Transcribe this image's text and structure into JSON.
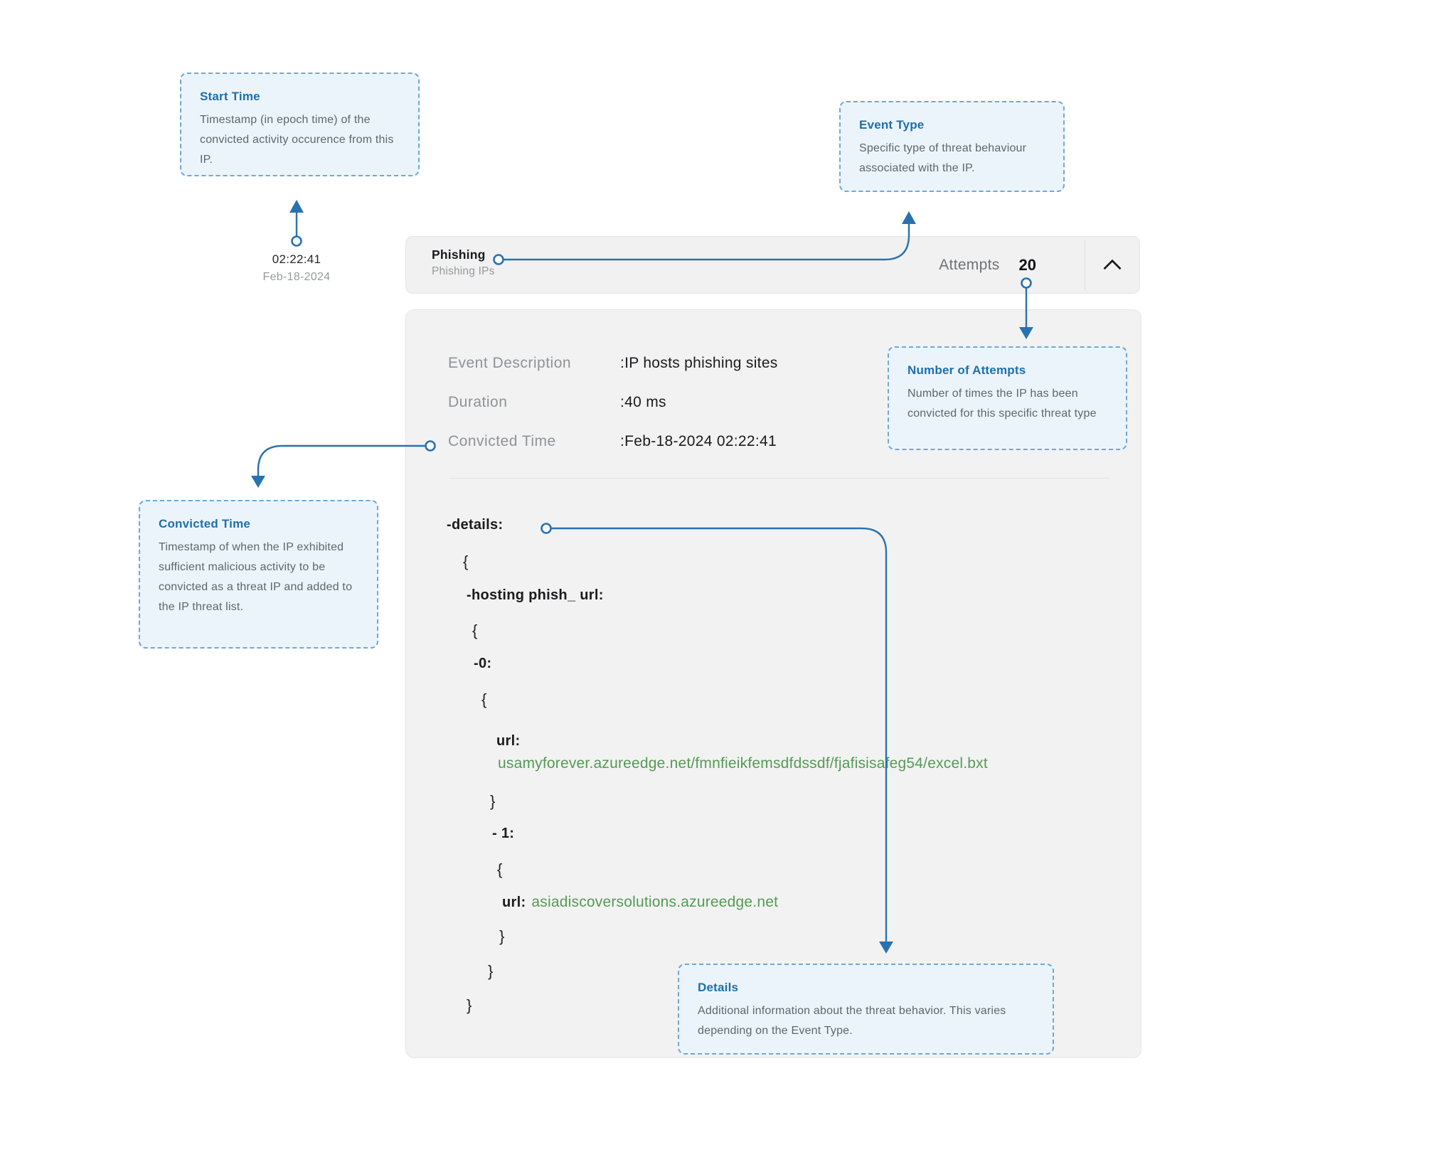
{
  "colors": {
    "accent_blue": "#2a72ae",
    "callout_title_blue": "#1d6fad",
    "callout_background": "#ecf4fb",
    "callout_border_blue": "#6ea7d7",
    "url_green": "#559a55",
    "panel_background": "#f2f2f2"
  },
  "annotation": {
    "time": "02:22:41",
    "date": "Feb-18-2024"
  },
  "callouts": {
    "start_time": {
      "title": "Start Time",
      "body": "Timestamp (in epoch time) of the convicted activity occurence from this IP."
    },
    "event_type": {
      "title": "Event Type",
      "body": "Specific type of threat behaviour associated with the IP."
    },
    "number_of_attempts": {
      "title": "Number of Attempts",
      "body": "Number of times the IP has been convicted for this specific threat type"
    },
    "convicted_time": {
      "title": "Convicted Time",
      "body": "Timestamp of when the IP exhibited sufficient malicious activity to be convicted as a threat IP and added to the IP threat list."
    },
    "details": {
      "title": "Details",
      "body": "Additional information about the threat behavior. This varies depending on the Event Type."
    }
  },
  "header": {
    "title": "Phishing",
    "subtitle": "Phishing IPs",
    "attempts_label": "Attempts",
    "attempts_value": "20"
  },
  "panel": {
    "rows": [
      {
        "label": "Event Description",
        "value": ":IP hosts phishing sites"
      },
      {
        "label": "Duration",
        "value": ":40 ms"
      },
      {
        "label": "Convicted Time",
        "value": ":Feb-18-2024 02:22:41"
      }
    ]
  },
  "code": {
    "lines": [
      {
        "text": "-details:"
      },
      {
        "text": "{"
      },
      {
        "text": "-hosting phish_ url:"
      },
      {
        "text": "{"
      },
      {
        "text": "-0:"
      },
      {
        "text": "{"
      },
      {
        "text": "url:"
      },
      {
        "text": "usamyforever.azureedge.net/fmnfieikfemsdfdssdf/fjafisisafeg54/excel.bxt"
      },
      {
        "text": "}"
      },
      {
        "text": "- 1:"
      },
      {
        "text": "{"
      },
      {
        "key": "url:",
        "value": "asiadiscoversolutions.azureedge.net"
      },
      {
        "text": "}"
      },
      {
        "text": "}"
      },
      {
        "text": "}"
      }
    ]
  }
}
